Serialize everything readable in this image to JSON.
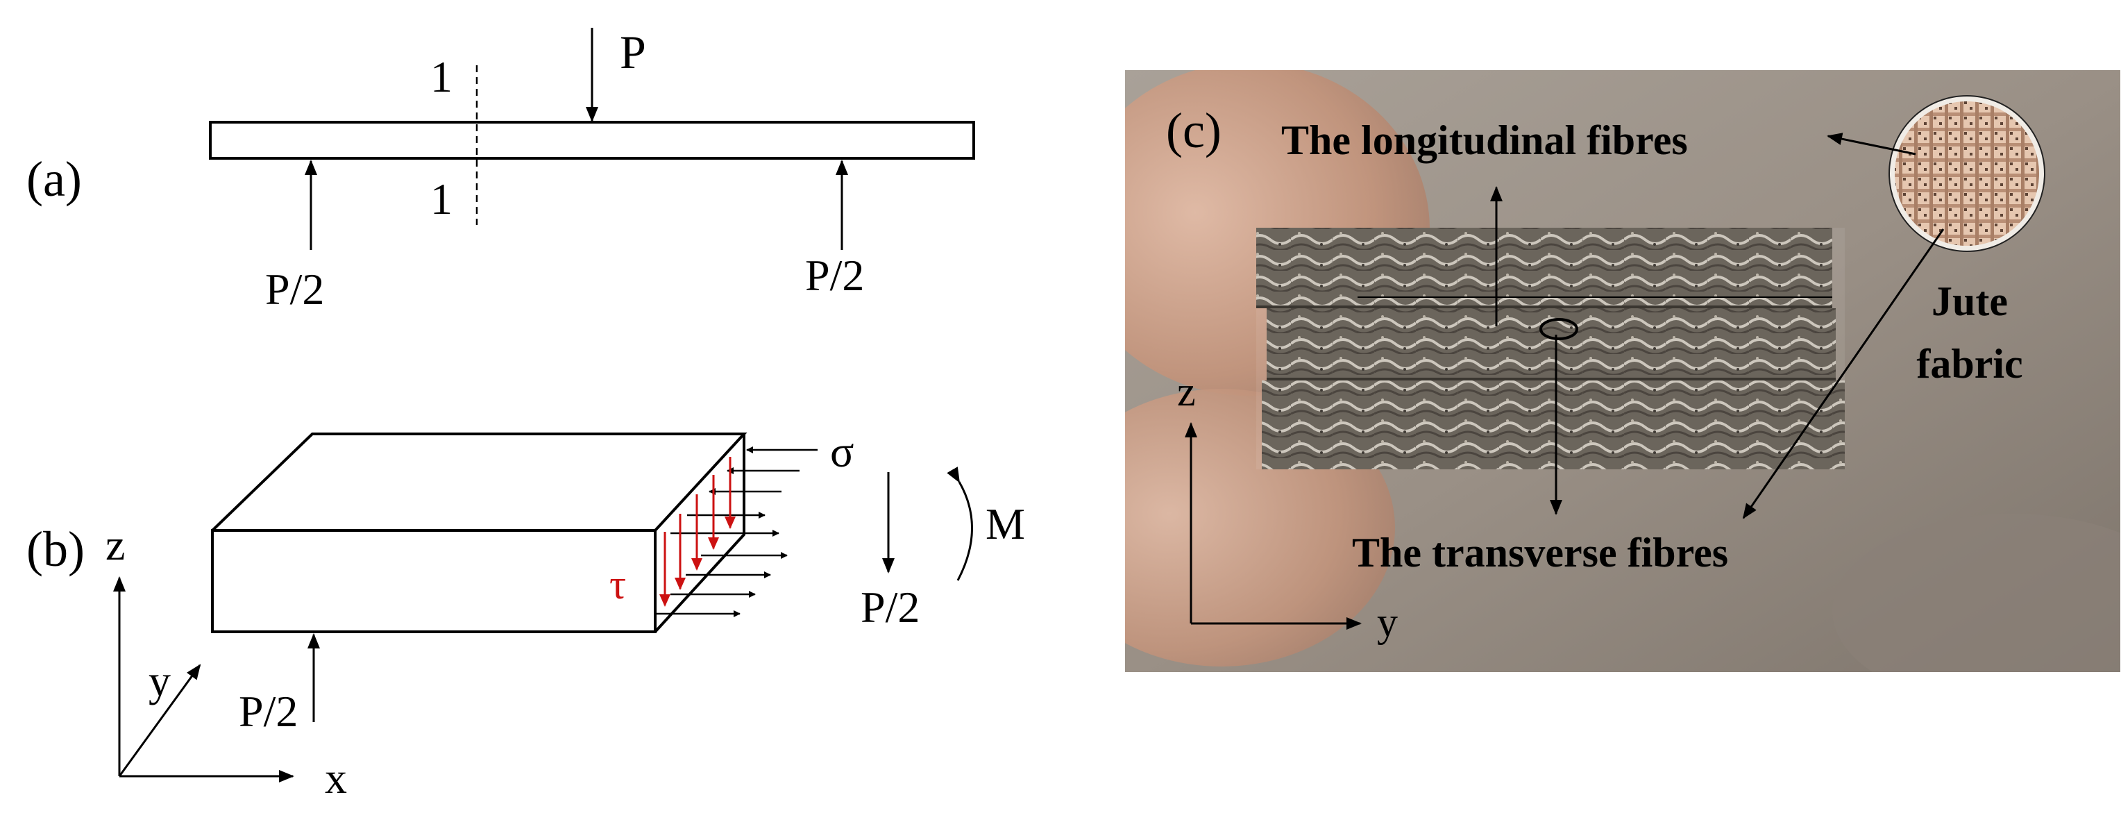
{
  "panel_a": {
    "label": "(a)",
    "load_top": "P",
    "section_top": "1",
    "section_bottom": "1",
    "support_left": "P/2",
    "support_right": "P/2"
  },
  "panel_b": {
    "label": "(b)",
    "axis_z": "z",
    "axis_y": "y",
    "axis_x": "x",
    "support_load": "P/2",
    "normal_stress": "σ",
    "shear_stress": "τ",
    "moment": "M",
    "shear_force": "P/2"
  },
  "panel_c": {
    "label": "(c)",
    "longitudinal_label": "The longitudinal fibres",
    "transverse_label": "The transverse fibres",
    "fabric_line1": "Jute",
    "fabric_line2": "fabric",
    "axis_z": "z",
    "axis_y": "y"
  },
  "colors": {
    "line": "#000000",
    "shear_arrows": "#cc1111",
    "photo_bg": "#9c9288",
    "finger": "#c69a85",
    "specimen": "#6b6358",
    "fabric": "#d8b49a"
  }
}
